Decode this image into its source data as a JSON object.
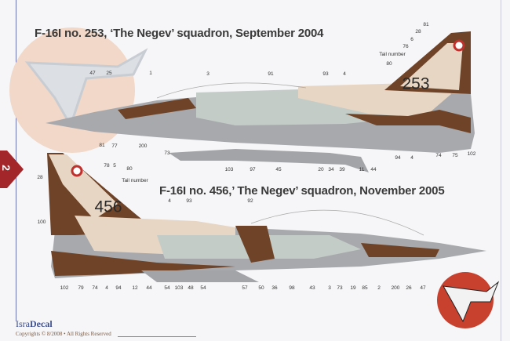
{
  "page_number": "2",
  "aircraft": [
    {
      "title": "F-16I no. 253, ‘The Negev’ squadron, September 2004",
      "tail_number": "253",
      "callouts": [
        "81",
        "28",
        "6",
        "76",
        "Tail number",
        "80",
        "47",
        "25",
        "1",
        "3",
        "91",
        "93",
        "4",
        "77",
        "200",
        "73",
        "103",
        "97",
        "45",
        "20",
        "34",
        "39",
        "11",
        "44",
        "94",
        "4",
        "74",
        "75",
        "102"
      ]
    },
    {
      "title": "F-16I no. 456,’ The Negev’ squadron, November 2005",
      "tail_number": "456",
      "callouts": [
        "81",
        "78",
        "5",
        "80",
        "28",
        "Tail number",
        "4",
        "93",
        "92",
        "100",
        "102",
        "79",
        "74",
        "4",
        "94",
        "12",
        "44",
        "54",
        "103",
        "48",
        "54",
        "57",
        "50",
        "36",
        "98",
        "43",
        "3",
        "73",
        "19",
        "85",
        "2",
        "200",
        "26",
        "47"
      ]
    }
  ],
  "footer": {
    "brand_isra": "Isra",
    "brand_decal": "Decal",
    "copyright": "Copyrights © 8/2008 • All Rights Reserved"
  },
  "colors": {
    "brown": "#6e4327",
    "sand": "#e8d6c4",
    "grey": "#a8a9ad",
    "light_grey": "#c4ccc8",
    "red": "#b8302c",
    "watermark": "#f1d8c8"
  }
}
